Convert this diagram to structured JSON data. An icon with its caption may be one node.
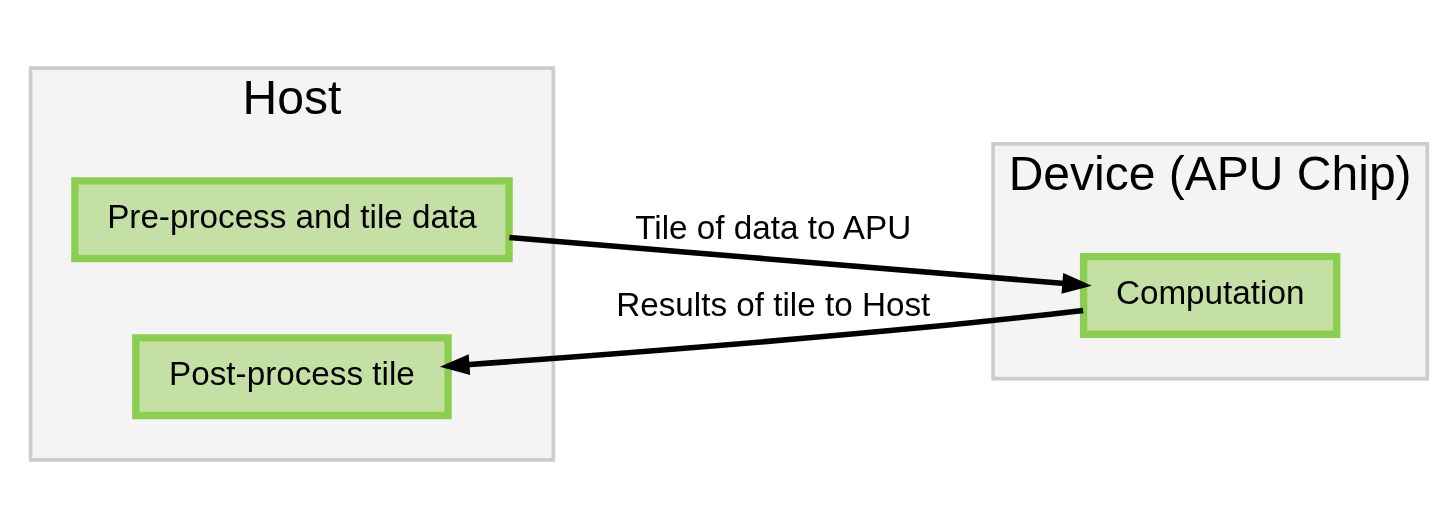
{
  "diagram": {
    "nodes": [
      {
        "text": [
          "Host"
        ]
      },
      {
        "text": [
          "Pre-process and tile data"
        ],
        "in": 0
      },
      {
        "text": [
          "Post-process tile"
        ],
        "in": 0
      },
      {
        "text": [
          "Device (APU Chip)"
        ]
      },
      {
        "text": [
          "Computation"
        ],
        "in": 3
      }
    ],
    "edges": [
      {
        "from": 1,
        "to": 4,
        "arrow": "to",
        "label": "Tile of data to APU"
      },
      {
        "from": 4,
        "to": 2,
        "arrow": "to",
        "label": "Results of tile to Host"
      }
    ]
  }
}
